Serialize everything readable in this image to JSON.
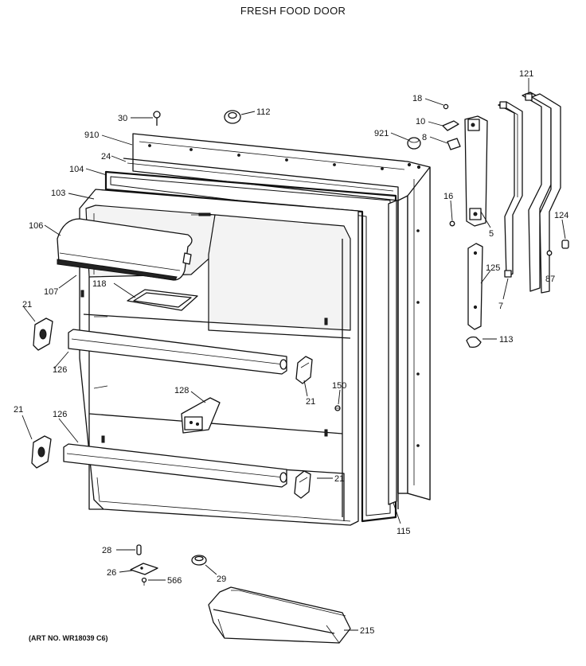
{
  "title": "FRESH FOOD DOOR",
  "art_number": "(ART NO. WR18039 C6)",
  "callouts": {
    "c30": "30",
    "c112": "112",
    "c910": "910",
    "c24": "24",
    "c104": "104",
    "c103": "103",
    "c106": "106",
    "c107": "107",
    "c118": "118",
    "c21a": "21",
    "c126a": "126",
    "c128": "128",
    "c21b": "21",
    "c150": "150",
    "c21c": "21",
    "c126b": "126",
    "c21d": "21",
    "c115": "115",
    "c28": "28",
    "c26": "26",
    "c566": "566",
    "c29": "29",
    "c215": "215",
    "c18": "18",
    "c10": "10",
    "c921": "921",
    "c8": "8",
    "c16": "16",
    "c5": "5",
    "c121": "121",
    "c124": "124",
    "c125": "125",
    "c87": "87",
    "c7": "7",
    "c113": "113"
  }
}
